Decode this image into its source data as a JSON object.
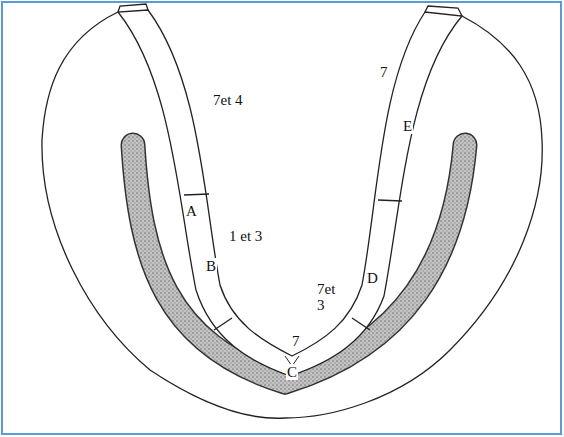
{
  "diagram": {
    "labels": [
      "7et 4",
      "A",
      "1 et 3",
      "B",
      "7",
      "C",
      "7et 3",
      "D",
      "7",
      "E"
    ]
  }
}
